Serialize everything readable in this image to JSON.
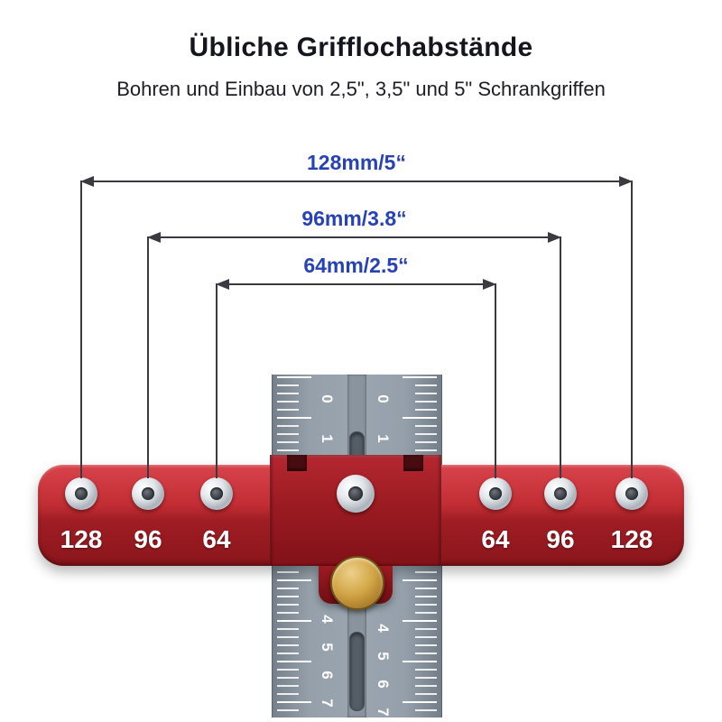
{
  "header": {
    "title": "Übliche Grifflochabstände",
    "subtitle": "Bohren und Einbau von 2,5\", 3,5\" und 5\" Schrankgriffen"
  },
  "dimensions": {
    "d128": "128mm/5“",
    "d96": "96mm/3.8“",
    "d64": "64mm/2.5“"
  },
  "jig": {
    "hole_labels_left": [
      "128",
      "96",
      "64"
    ],
    "hole_labels_right": [
      "64",
      "96",
      "128"
    ]
  },
  "ruler": {
    "top_left": [
      "0",
      "1"
    ],
    "top_right": [
      "0",
      "1"
    ],
    "bottom_left": [
      "4",
      "5",
      "6",
      "7"
    ],
    "bottom_right": [
      "4",
      "5",
      "6",
      "7"
    ]
  },
  "colors": {
    "accent_blue": "#2742b4",
    "jig_red": "#b5242b",
    "knob_gold": "#c99a3c",
    "ruler_gray": "#8b949f",
    "dimension_line": "#3a3a40"
  }
}
